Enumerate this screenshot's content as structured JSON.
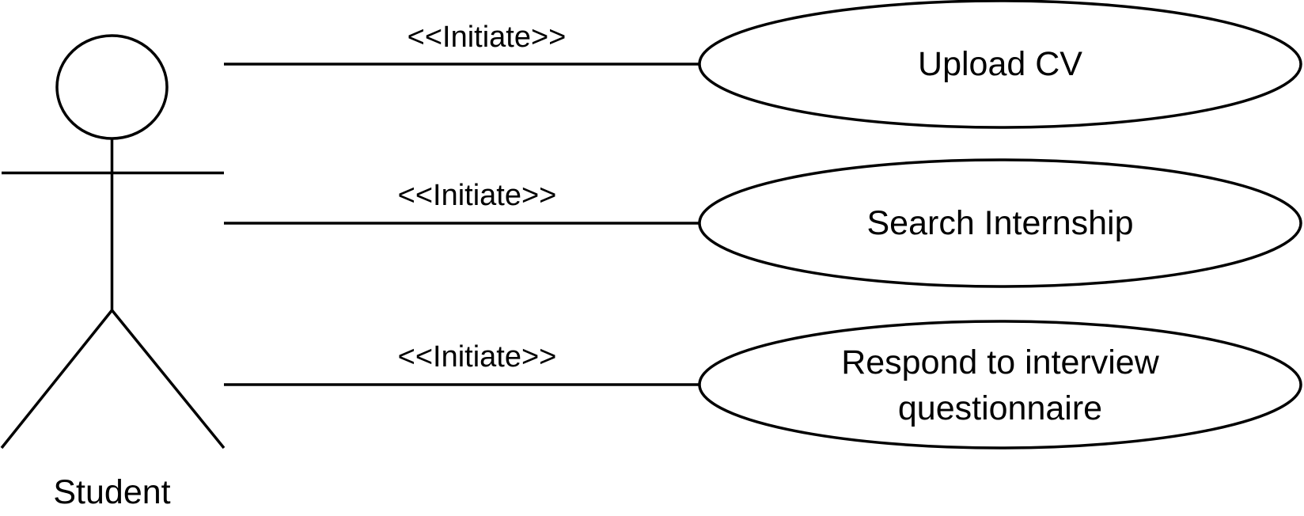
{
  "actor": {
    "name": "Student"
  },
  "associations": [
    {
      "stereotype": "<<Initiate>>"
    },
    {
      "stereotype": "<<Initiate>>"
    },
    {
      "stereotype": "<<Initiate>>"
    }
  ],
  "use_cases": [
    {
      "lines": [
        "Upload CV"
      ]
    },
    {
      "lines": [
        "Search Internship"
      ]
    },
    {
      "lines": [
        "Respond to interview",
        "questionnaire"
      ]
    }
  ]
}
